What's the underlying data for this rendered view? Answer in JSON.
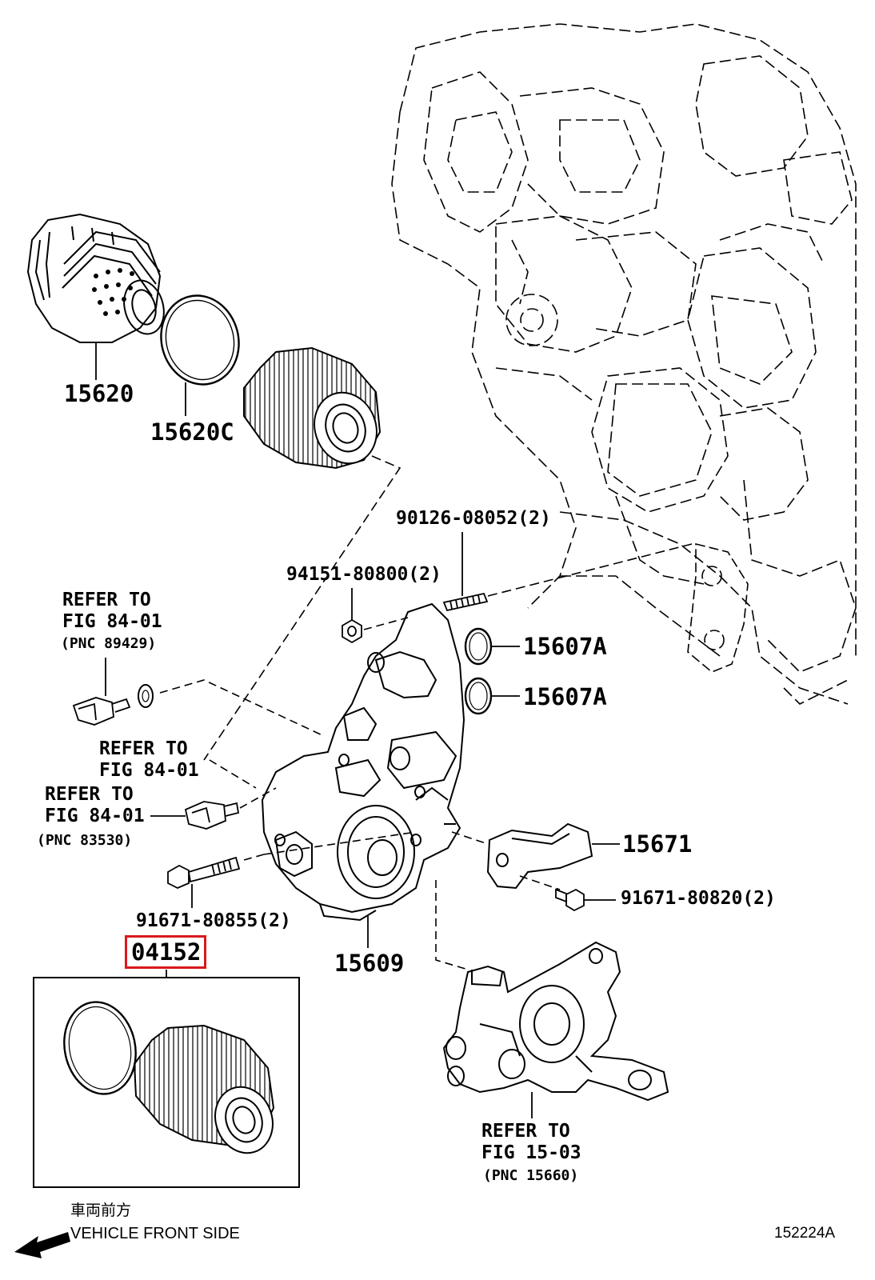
{
  "parts": {
    "p15620": "15620",
    "p15620C": "15620C",
    "p90126": "90126-08052(2)",
    "p94151": "94151-80800(2)",
    "p15607A_1": "15607A",
    "p15607A_2": "15607A",
    "p15671": "15671",
    "p91671_80820": "91671-80820(2)",
    "p91671_80855": "91671-80855(2)",
    "p15609": "15609",
    "p04152": "04152"
  },
  "references": {
    "ref1": {
      "line1": "REFER TO",
      "line2": "FIG 84-01",
      "line3": "(PNC 89429)"
    },
    "ref2": {
      "line1": "REFER TO",
      "line2": "FIG 84-01"
    },
    "ref3": {
      "line1": "REFER TO",
      "line2": "FIG 84-01",
      "line3": "(PNC 83530)"
    },
    "ref4": {
      "line1": "REFER TO",
      "line2": "FIG 15-03",
      "line3": "(PNC 15660)"
    }
  },
  "footer": {
    "direction_jp": "車両前方",
    "direction_en": "VEHICLE FRONT SIDE",
    "figure_id": "152224A"
  },
  "colors": {
    "highlight": "#d9191c",
    "line": "#000000",
    "background": "#ffffff"
  }
}
